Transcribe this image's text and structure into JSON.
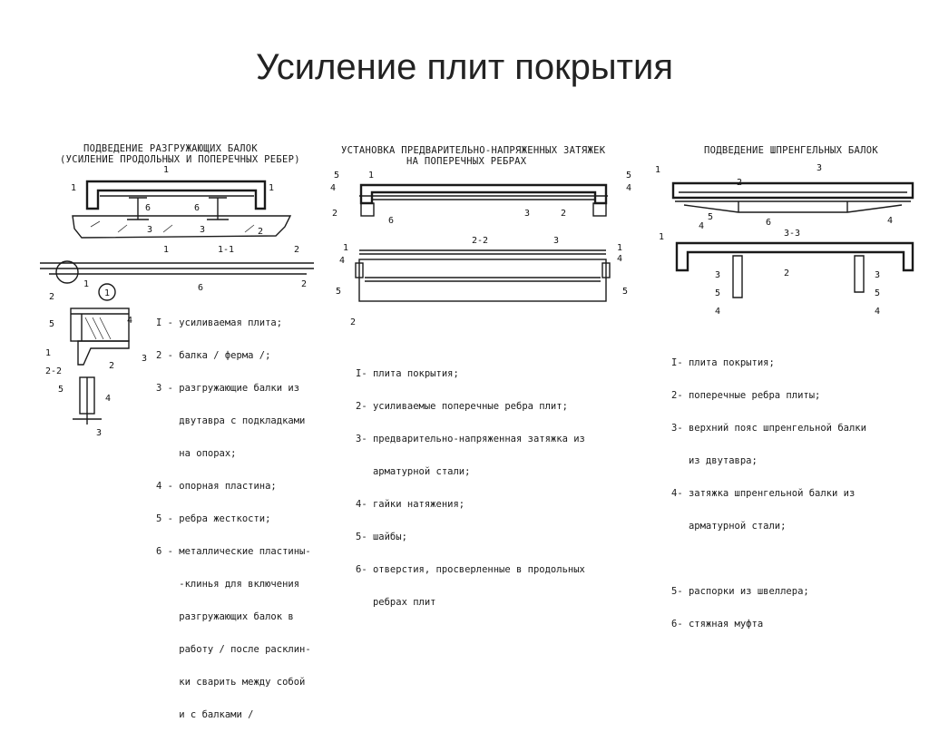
{
  "title": "Усиление плит покрытия",
  "panel1": {
    "caption_line1": "ПОДВЕДЕНИЕ РАЗГРУЖАЮЩИХ БАЛОК",
    "caption_line2": "(УСИЛЕНИЕ ПРОДОЛЬНЫХ И ПОПЕРЕЧНЫХ РЕБЕР)",
    "section_1_1": "1-1",
    "section_2_2": "2-2",
    "circle_mark": "1",
    "legend": [
      "I - усиливаемая плита;",
      "2 - балка / ферма /;",
      "3 - разгружающие балки из",
      "    двутавра с подкладками",
      "    на опорах;",
      "4 - опорная пластина;",
      "5 - ребра жесткости;",
      "6 - металлические пластины-",
      "    -клинья для включения",
      "    разгружающих балок в",
      "    работу / после расклин-",
      "    ки сварить между собой",
      "    и с балками /"
    ]
  },
  "panel2": {
    "caption_line1": "УСТАНОВКА ПРЕДВАРИТЕЛЬНО-НАПРЯЖЕННЫХ ЗАТЯЖЕК",
    "caption_line2": "НА ПОПЕРЕЧНЫХ РЕБРАХ",
    "section_2_2": "2-2",
    "legend": [
      "I- плита покрытия;",
      "2- усиливаемые поперечные ребра плит;",
      "3- предварительно-напряженная затяжка из",
      "   арматурной стали;",
      "4- гайки натяжения;",
      "5- шайбы;",
      "6- отверстия, просверленные в продольных",
      "   ребрах плит"
    ]
  },
  "panel3": {
    "caption": "ПОДВЕДЕНИЕ ШПРЕНГЕЛЬНЫХ БАЛОК",
    "section_3_3": "3-3",
    "legend": [
      "I- плита покрытия;",
      "2- поперечные ребра плиты;",
      "3- верхний пояс шпренгельной балки",
      "   из двутавра;",
      "4- затяжка шпренгельной балки из",
      "   арматурной стали;",
      "",
      "5- распорки из швеллера;",
      "6- стяжная муфта"
    ]
  },
  "callouts": {
    "n1": "1",
    "n2": "2",
    "n3": "3",
    "n4": "4",
    "n5": "5",
    "n6": "6"
  }
}
